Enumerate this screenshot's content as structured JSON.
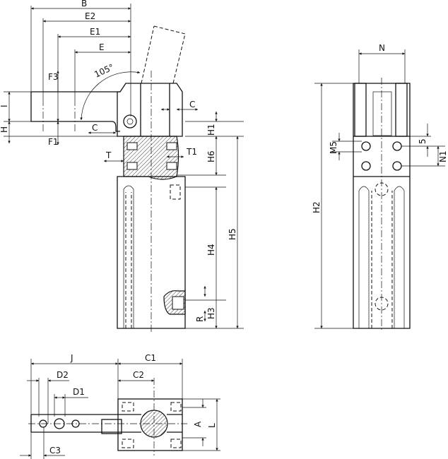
{
  "front_view": {
    "labels": {
      "B": "B",
      "E2": "E2",
      "E1": "E1",
      "E": "E",
      "F3": "F3",
      "F1": "F1",
      "angle": "105°",
      "I": "I",
      "H": "H",
      "C_top": "C",
      "C_bottom": "C",
      "H1": "H1",
      "H6": "H6",
      "T": "T",
      "T1": "T1",
      "H5": "H5",
      "H4": "H4",
      "H3": "H3",
      "R": "R"
    }
  },
  "side_view": {
    "labels": {
      "N": "N",
      "M5": "M5",
      "five": "5",
      "N1": "N1",
      "H2": "H2"
    }
  },
  "top_view": {
    "labels": {
      "J": "J",
      "C1": "C1",
      "D2": "D2",
      "C2": "C2",
      "D1": "D1",
      "A": "A",
      "L": "L",
      "C3": "C3"
    }
  }
}
